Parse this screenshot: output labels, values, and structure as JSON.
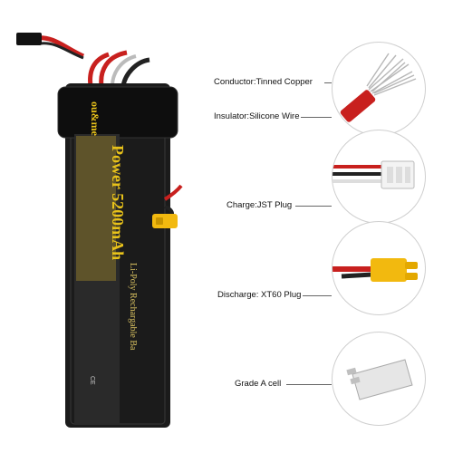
{
  "product": {
    "brand": "ou&me",
    "capacity_line": "Power 5200mAh",
    "type_line": "Li-Poly Rechargable Ba",
    "colors": {
      "battery_body": "#1b1b1b",
      "label_gold": "#e8c21a",
      "wire_red": "#c8201e",
      "connector_yellow": "#f2b90f"
    }
  },
  "features": [
    {
      "label": "Conductor:Tinned Copper",
      "icon": "tinned-copper-wire-icon"
    },
    {
      "label": "Insulator:Silicone Wire",
      "icon": "silicone-wire-icon"
    },
    {
      "label": "Charge:JST Plug",
      "icon": "jst-plug-icon"
    },
    {
      "label": "Discharge:  XT60  Plug",
      "icon": "xt60-plug-icon"
    },
    {
      "label": "Grade A cell",
      "icon": "lipo-cell-icon"
    }
  ]
}
